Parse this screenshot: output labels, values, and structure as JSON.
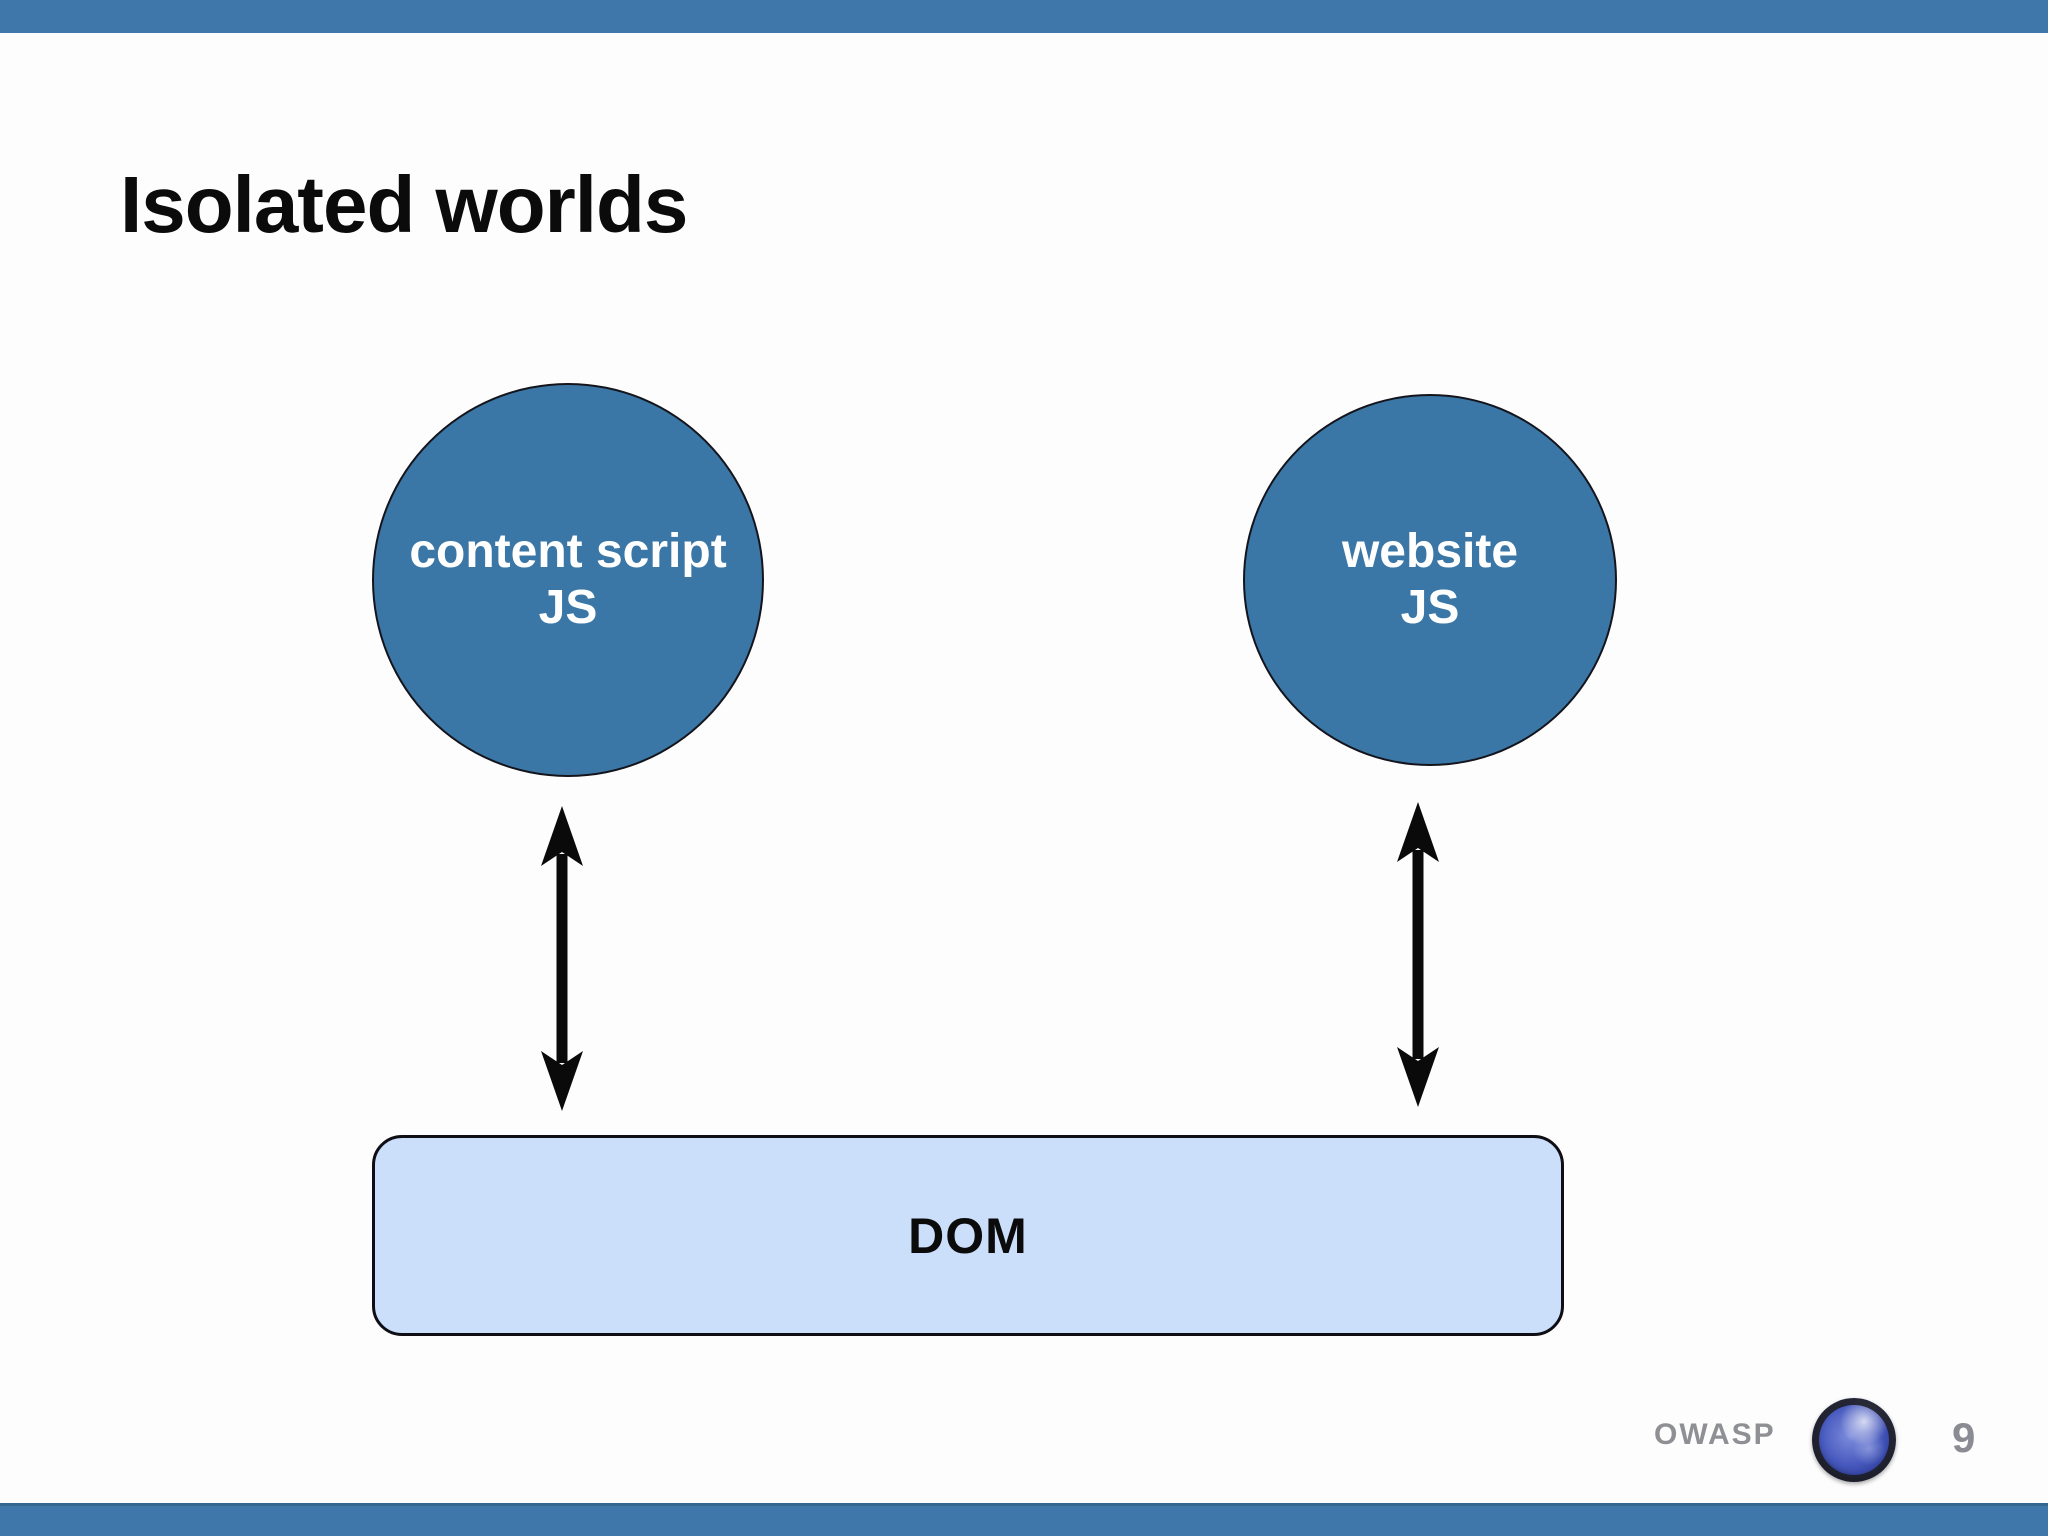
{
  "slide": {
    "title": "Isolated worlds",
    "footer": {
      "brand": "OWASP",
      "page_number": "9"
    }
  },
  "diagram": {
    "left_circle": {
      "line1": "content script",
      "line2": "JS"
    },
    "right_circle": {
      "line1": "website",
      "line2": "JS"
    },
    "dom_box": {
      "label": "DOM"
    },
    "arrow_icons": [
      "bidirectional-arrow-left",
      "bidirectional-arrow-right"
    ]
  },
  "colors": {
    "bar_blue": "#3f77aa",
    "circle_blue": "#3a77a6",
    "circle_border": "#14141c",
    "dom_fill": "#cbdffb",
    "dom_border": "#0e0e14",
    "title_text": "#0b0b0b",
    "circle_text": "#ffffff",
    "footer_gray": "#8f9094",
    "arrow_black": "#0a0a0a",
    "background": "#fdfdfe"
  }
}
